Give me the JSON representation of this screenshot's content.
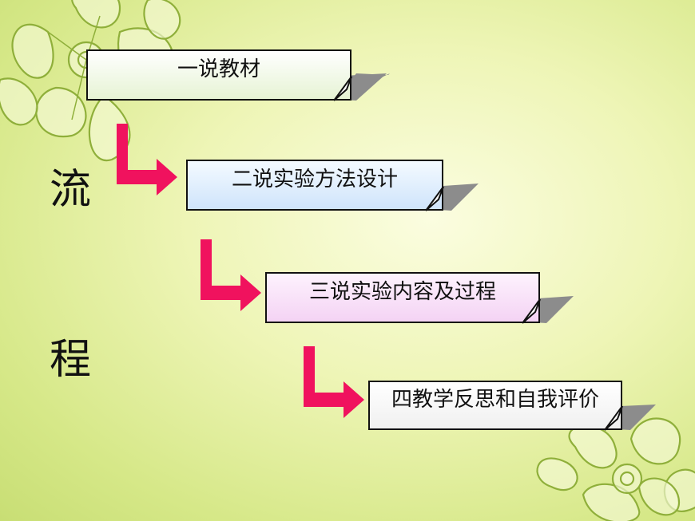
{
  "side_title": {
    "char1": "流",
    "char2": "程"
  },
  "steps": [
    {
      "label": "一说教材",
      "fill_top": "#ffffff",
      "fill_bottom": "#e6f3d4"
    },
    {
      "label": "二说实验方法设计",
      "fill_top": "#f4faff",
      "fill_bottom": "#cfe4fb"
    },
    {
      "label": "三说实验内容及过程",
      "fill_top": "#fdf2fd",
      "fill_bottom": "#f4d3f4"
    },
    {
      "label": "四教学反思和自我评价",
      "fill_top": "#ffffff",
      "fill_bottom": "#f0f0f0"
    }
  ],
  "colors": {
    "arrow": "#f0125e",
    "shadow": "#8c8c8c",
    "flower_line": "#8faf3a"
  }
}
